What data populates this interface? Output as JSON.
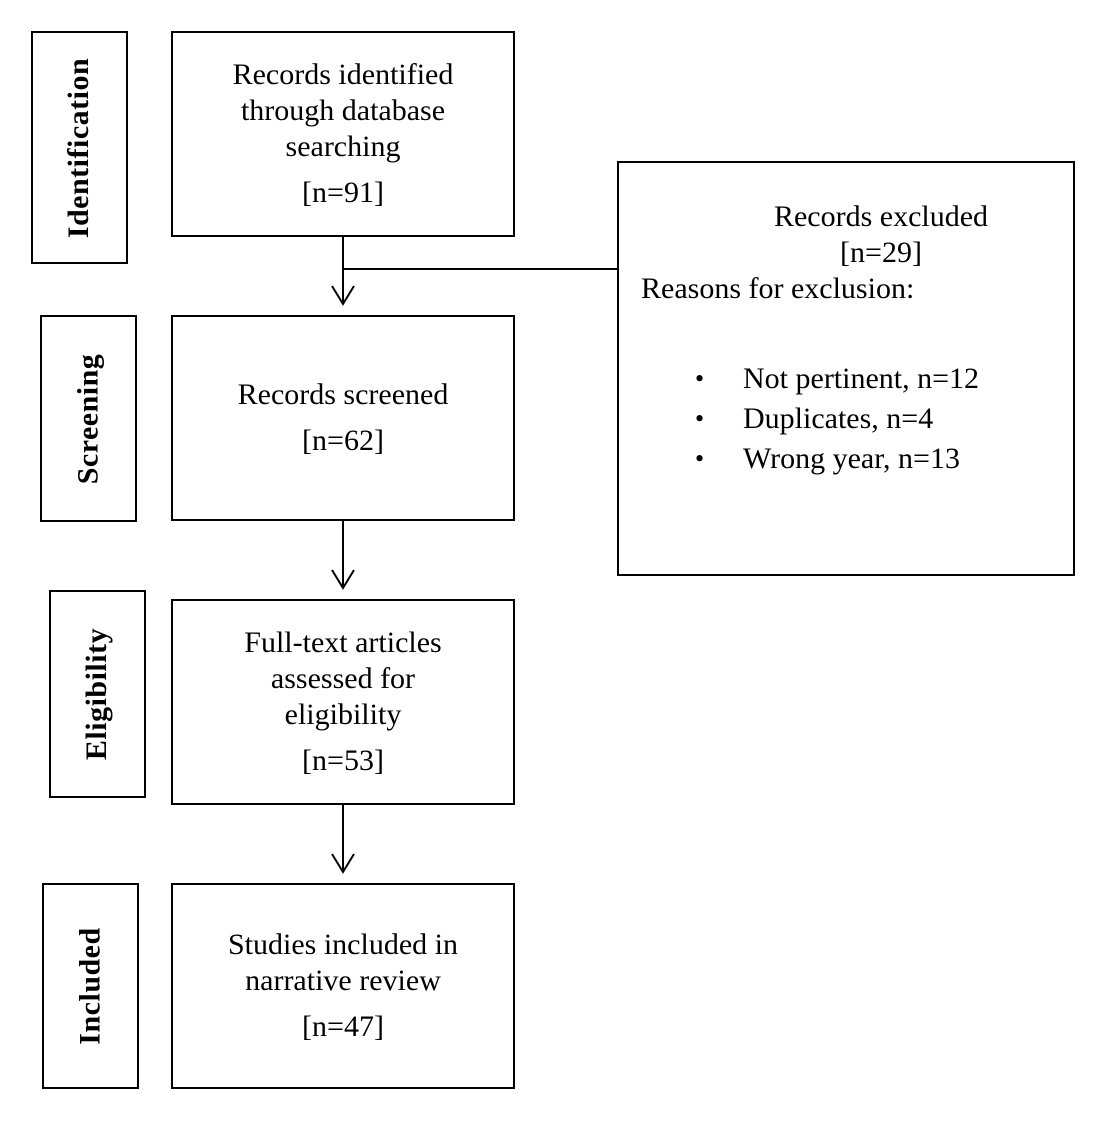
{
  "stages": [
    {
      "key": "identification",
      "label": "Identification"
    },
    {
      "key": "screening",
      "label": "Screening"
    },
    {
      "key": "eligibility",
      "label": "Eligibility"
    },
    {
      "key": "included",
      "label": "Included"
    }
  ],
  "boxes": {
    "identified": {
      "lines": [
        "Records identified",
        "through database",
        "searching"
      ],
      "count": "[n=91]"
    },
    "screened": {
      "lines": [
        "Records screened"
      ],
      "count": "[n=62]"
    },
    "fulltext": {
      "lines": [
        "Full-text articles",
        "assessed for",
        "eligibility"
      ],
      "count": "[n=53]"
    },
    "included": {
      "lines": [
        "Studies included in",
        "narrative review"
      ],
      "count": "[n=47]"
    }
  },
  "excluded": {
    "title": "Records excluded",
    "count": "[n=29]",
    "reasons_label": "Reasons for exclusion:",
    "reasons": [
      "Not pertinent, n=12",
      "Duplicates, n=4",
      "Wrong year, n=13"
    ],
    "bullet": "•"
  }
}
